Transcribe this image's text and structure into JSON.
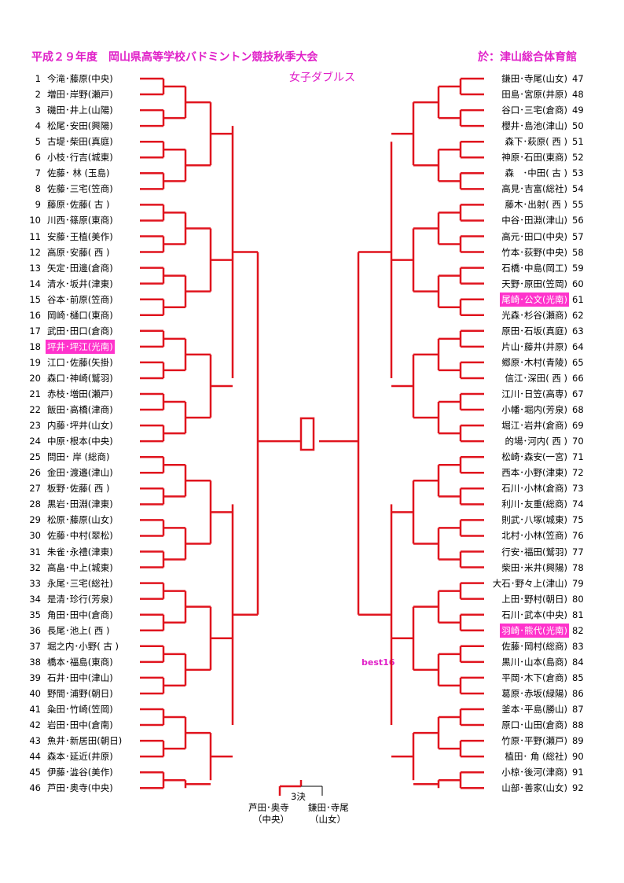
{
  "header": {
    "title": "平成２９年度　岡山県高等学校バドミントン競技秋季大会",
    "venue": "於：津山総合体育館",
    "event": "女子ダブルス"
  },
  "best16_label": "best16",
  "third_place": {
    "label": "3決",
    "left_names": "芦田･奥寺",
    "left_school": "（中央）",
    "right_names": "鎌田･寺尾",
    "right_school": "（山女）"
  },
  "colors": {
    "accent": "#e020c8",
    "winner_line": "#e0141e",
    "highlight_bg": "#ff33cc"
  },
  "left_entries": [
    {
      "no": "1",
      "name": "今滝･藤原(中央)"
    },
    {
      "no": "2",
      "name": "増田･岸野(瀬戸)"
    },
    {
      "no": "3",
      "name": "磯田･井上(山陽)"
    },
    {
      "no": "4",
      "name": "松尾･安田(興陽)"
    },
    {
      "no": "5",
      "name": "古堤･柴田(真庭)"
    },
    {
      "no": "6",
      "name": "小枝･行吉(城東)"
    },
    {
      "no": "7",
      "name": "佐藤･ 林 (玉島)"
    },
    {
      "no": "8",
      "name": "佐藤･三宅(笠商)"
    },
    {
      "no": "9",
      "name": "藤原･佐藤( 古 )"
    },
    {
      "no": "10",
      "name": "川西･篠原(東商)"
    },
    {
      "no": "11",
      "name": "安藤･王植(美作)"
    },
    {
      "no": "12",
      "name": "高原･安藤( 西 )"
    },
    {
      "no": "13",
      "name": "矢定･田邊(倉商)"
    },
    {
      "no": "14",
      "name": "清水･坂井(津東)"
    },
    {
      "no": "15",
      "name": "谷本･前原(笠商)"
    },
    {
      "no": "16",
      "name": "岡崎･樋口(東商)"
    },
    {
      "no": "17",
      "name": "武田･田口(倉商)"
    },
    {
      "no": "18",
      "name": "坪井･坪江(光南)",
      "hl": true
    },
    {
      "no": "19",
      "name": "江口･佐藤(矢掛)"
    },
    {
      "no": "20",
      "name": "森口･神崎(鷲羽)"
    },
    {
      "no": "21",
      "name": "赤枝･増田(瀬戸)"
    },
    {
      "no": "22",
      "name": "飯田･高橋(津商)"
    },
    {
      "no": "23",
      "name": "内藤･坪井(山女)"
    },
    {
      "no": "24",
      "name": "中原･根本(中央)"
    },
    {
      "no": "25",
      "name": "問田･ 岸 (総商)"
    },
    {
      "no": "26",
      "name": "金田･渡邉(津山)"
    },
    {
      "no": "27",
      "name": "板野･佐藤( 西 )"
    },
    {
      "no": "28",
      "name": "黒岩･田淵(津東)"
    },
    {
      "no": "29",
      "name": "松原･藤原(山女)"
    },
    {
      "no": "30",
      "name": "佐藤･中村(翠松)"
    },
    {
      "no": "31",
      "name": "朱雀･永禮(津東)"
    },
    {
      "no": "32",
      "name": "高畠･中上(城東)"
    },
    {
      "no": "33",
      "name": "永尾･三宅(総社)"
    },
    {
      "no": "34",
      "name": "是清･珍行(芳泉)"
    },
    {
      "no": "35",
      "name": "角田･田中(倉商)"
    },
    {
      "no": "36",
      "name": "長尾･池上( 西 )"
    },
    {
      "no": "37",
      "name": "堀之内･小野( 古 )"
    },
    {
      "no": "38",
      "name": "橋本･福島(東商)"
    },
    {
      "no": "39",
      "name": "石井･田中(津山)"
    },
    {
      "no": "40",
      "name": "野間･浦野(朝日)"
    },
    {
      "no": "41",
      "name": "粂田･竹崎(笠岡)"
    },
    {
      "no": "42",
      "name": "岩田･田中(倉南)"
    },
    {
      "no": "43",
      "name": "魚井･新居田(朝日)"
    },
    {
      "no": "44",
      "name": "森本･延近(井原)"
    },
    {
      "no": "45",
      "name": "伊藤･澁谷(美作)"
    },
    {
      "no": "46",
      "name": "芦田･奥寺(中央)"
    }
  ],
  "right_entries": [
    {
      "no": "47",
      "name": "鎌田･寺尾(山女)"
    },
    {
      "no": "48",
      "name": "田島･宮原(井原)"
    },
    {
      "no": "49",
      "name": "谷口･三宅(倉商)"
    },
    {
      "no": "50",
      "name": "櫻井･島池(津山)"
    },
    {
      "no": "51",
      "name": "森下･萩原( 西 )"
    },
    {
      "no": "52",
      "name": "神原･石田(東商)"
    },
    {
      "no": "53",
      "name": "森　･中田( 古 )"
    },
    {
      "no": "54",
      "name": "高見･吉富(総社)"
    },
    {
      "no": "55",
      "name": "藤木･出射( 西 )"
    },
    {
      "no": "56",
      "name": "中谷･田淵(津山)"
    },
    {
      "no": "57",
      "name": "高元･田口(中央)"
    },
    {
      "no": "58",
      "name": "竹本･荻野(中央)"
    },
    {
      "no": "59",
      "name": "石橋･中島(岡工)"
    },
    {
      "no": "60",
      "name": "天野･原田(笠岡)"
    },
    {
      "no": "61",
      "name": "尾崎･公文(光南)",
      "hl": true
    },
    {
      "no": "62",
      "name": "光森･杉谷(瀬商)"
    },
    {
      "no": "63",
      "name": "原田･石坂(真庭)"
    },
    {
      "no": "64",
      "name": "片山･藤井(井原)"
    },
    {
      "no": "65",
      "name": "郷原･木村(青陵)"
    },
    {
      "no": "66",
      "name": "信江･深田( 西 )"
    },
    {
      "no": "67",
      "name": "江川･日笠(高専)"
    },
    {
      "no": "68",
      "name": "小幡･堀内(芳泉)"
    },
    {
      "no": "69",
      "name": "堀江･岩井(倉商)"
    },
    {
      "no": "70",
      "name": "的場･河内( 西 )"
    },
    {
      "no": "71",
      "name": "松崎･森安(一宮)"
    },
    {
      "no": "72",
      "name": "西本･小野(津東)"
    },
    {
      "no": "73",
      "name": "石川･小林(倉商)"
    },
    {
      "no": "74",
      "name": "利川･友重(総商)"
    },
    {
      "no": "75",
      "name": "則武･八塚(城東)"
    },
    {
      "no": "76",
      "name": "北村･小林(笠商)"
    },
    {
      "no": "77",
      "name": "行安･福田(鷲羽)"
    },
    {
      "no": "78",
      "name": "柴田･米井(興陽)"
    },
    {
      "no": "79",
      "name": "大石･野々上(津山)"
    },
    {
      "no": "80",
      "name": "上田･野村(朝日)"
    },
    {
      "no": "81",
      "name": "石川･武本(中央)"
    },
    {
      "no": "82",
      "name": "羽崎･熊代(光南)",
      "hl": true
    },
    {
      "no": "83",
      "name": "佐藤･岡村(総商)"
    },
    {
      "no": "84",
      "name": "黒川･山本(島商)"
    },
    {
      "no": "85",
      "name": "平岡･木下(倉商)"
    },
    {
      "no": "86",
      "name": "葛原･赤坂(緑陽)"
    },
    {
      "no": "87",
      "name": "釜本･平島(勝山)"
    },
    {
      "no": "88",
      "name": "原口･山田(倉商)"
    },
    {
      "no": "89",
      "name": "竹原･平野(瀬戸)"
    },
    {
      "no": "90",
      "name": "植田･ 角 (総社)"
    },
    {
      "no": "91",
      "name": "小椋･後河(津商)"
    },
    {
      "no": "92",
      "name": "山部･善家(山女)"
    }
  ]
}
